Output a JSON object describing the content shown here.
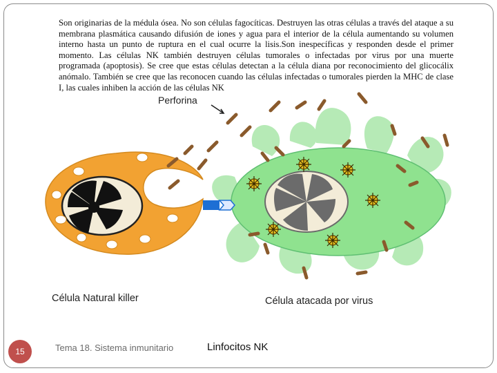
{
  "paragraph": "Son originarias de la médula ósea. No son células fagocíticas. Destruyen las otras células a través del ataque a su membrana plasmática causando difusión de iones y agua para el interior de la célula aumentando su volumen interno hasta un punto de ruptura en el cual ocurre la lisis.Son inespecíficas y responden desde el primer momento. Las células NK también destruyen células tumorales o infectadas por virus por una muerte programada (apoptosis). Se cree que estas células detectan a la célula diana por reconocimiento del glicocálix anómalo. También se cree que las reconocen cuando las células infectadas o tumorales pierden la MHC de clase I, las cuales inhiben la acción de las células NK",
  "diagram": {
    "perforin_label": "Perforina",
    "nk_cell_label": "Célula Natural killer",
    "infected_cell_label": "Célula atacada por virus",
    "colors": {
      "nk_cytoplasm": "#f2a232",
      "nucleus_ring": "#f3ecd8",
      "nk_chromatin": "#111111",
      "infected_cytoplasm": "#8fe28f",
      "infected_chromatin": "#6b6b6b",
      "glycocalyx": "#b6eab6",
      "perforin": "#8a5a2c",
      "virus": "#e8c020",
      "receptor": "#1d6fd4"
    }
  },
  "footer": {
    "page_number": "15",
    "topic": "Tema 18. Sistema inmunitario",
    "title": "Linfocitos NK"
  }
}
